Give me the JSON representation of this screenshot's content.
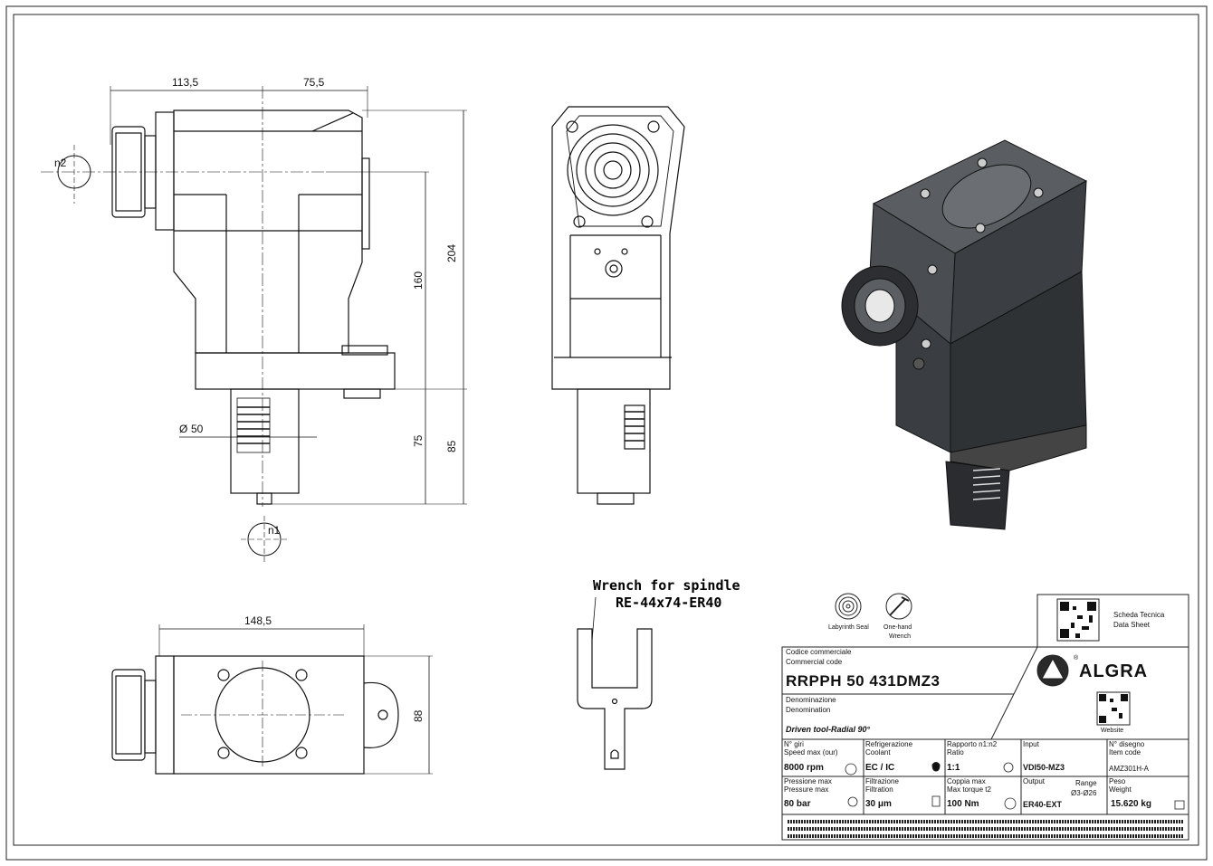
{
  "drawing": {
    "dimensions": {
      "d1": "113,5",
      "d2": "75,5",
      "d3": "204",
      "d4": "160",
      "d5": "75",
      "d6": "85",
      "d7": "50",
      "d8": "148,5",
      "d9": "88"
    },
    "rotation_labels": {
      "n2": "n2",
      "n1": "n1"
    },
    "wrench_note": {
      "line1": "Wrench for spindle",
      "line2": "RE-44x74-ER40"
    }
  },
  "title_block": {
    "icons": {
      "labyrinth": "labyrinth-seal-icon",
      "wrench": "one-hand-wrench-icon"
    },
    "icon_labels": {
      "labyrinth": "Labyrinth Seal",
      "wrench1": "One-hand",
      "wrench2": "Wrench"
    },
    "data_sheet": {
      "line1": "Scheda Tecnica",
      "line2": "Data Sheet"
    },
    "website_label": "Website",
    "commercial_code": {
      "label_it": "Codice commerciale",
      "label_en": "Commercial code",
      "value": "RRPPH 50 431DMZ3"
    },
    "denomination": {
      "label_it": "Denominazione",
      "label_en": "Denomination",
      "value": "Driven tool-Radial 90°"
    },
    "brand": {
      "name": "ALGRA",
      "registered": "®",
      "accent": "#2a2a2a"
    },
    "fields": {
      "rpm": {
        "label_it": "N° giri",
        "label_en": "Speed max (our)",
        "value": "8000 rpm"
      },
      "coolant": {
        "label_it": "Refrigerazione",
        "label_en": "Coolant",
        "value": "EC / IC"
      },
      "ratio": {
        "label_it": "Rapporto n1:n2",
        "label_en": "Ratio",
        "value": "1:1"
      },
      "input": {
        "label_it": "Input",
        "label_en": "",
        "value": "VDI50-MZ3"
      },
      "drawing_no": {
        "label_it": "N° disegno",
        "label_en": "Item code",
        "value": "AMZ301H-A"
      },
      "pressure": {
        "label_it": "Pressione max",
        "label_en": "Pressure max",
        "value": "80 bar"
      },
      "filtration": {
        "label_it": "Filtrazione",
        "label_en": "Filtration",
        "value": "30 μm"
      },
      "torque": {
        "label_it": "Coppia max",
        "label_en": "Max torque t2",
        "value": "100 Nm"
      },
      "output": {
        "label_it": "Output",
        "label_en": "",
        "range_label": "Range",
        "range": "Ø3-Ø26",
        "value": "ER40-EXT"
      },
      "weight": {
        "label_it": "Peso",
        "label_en": "Weight",
        "value": "15.620 kg"
      }
    }
  }
}
